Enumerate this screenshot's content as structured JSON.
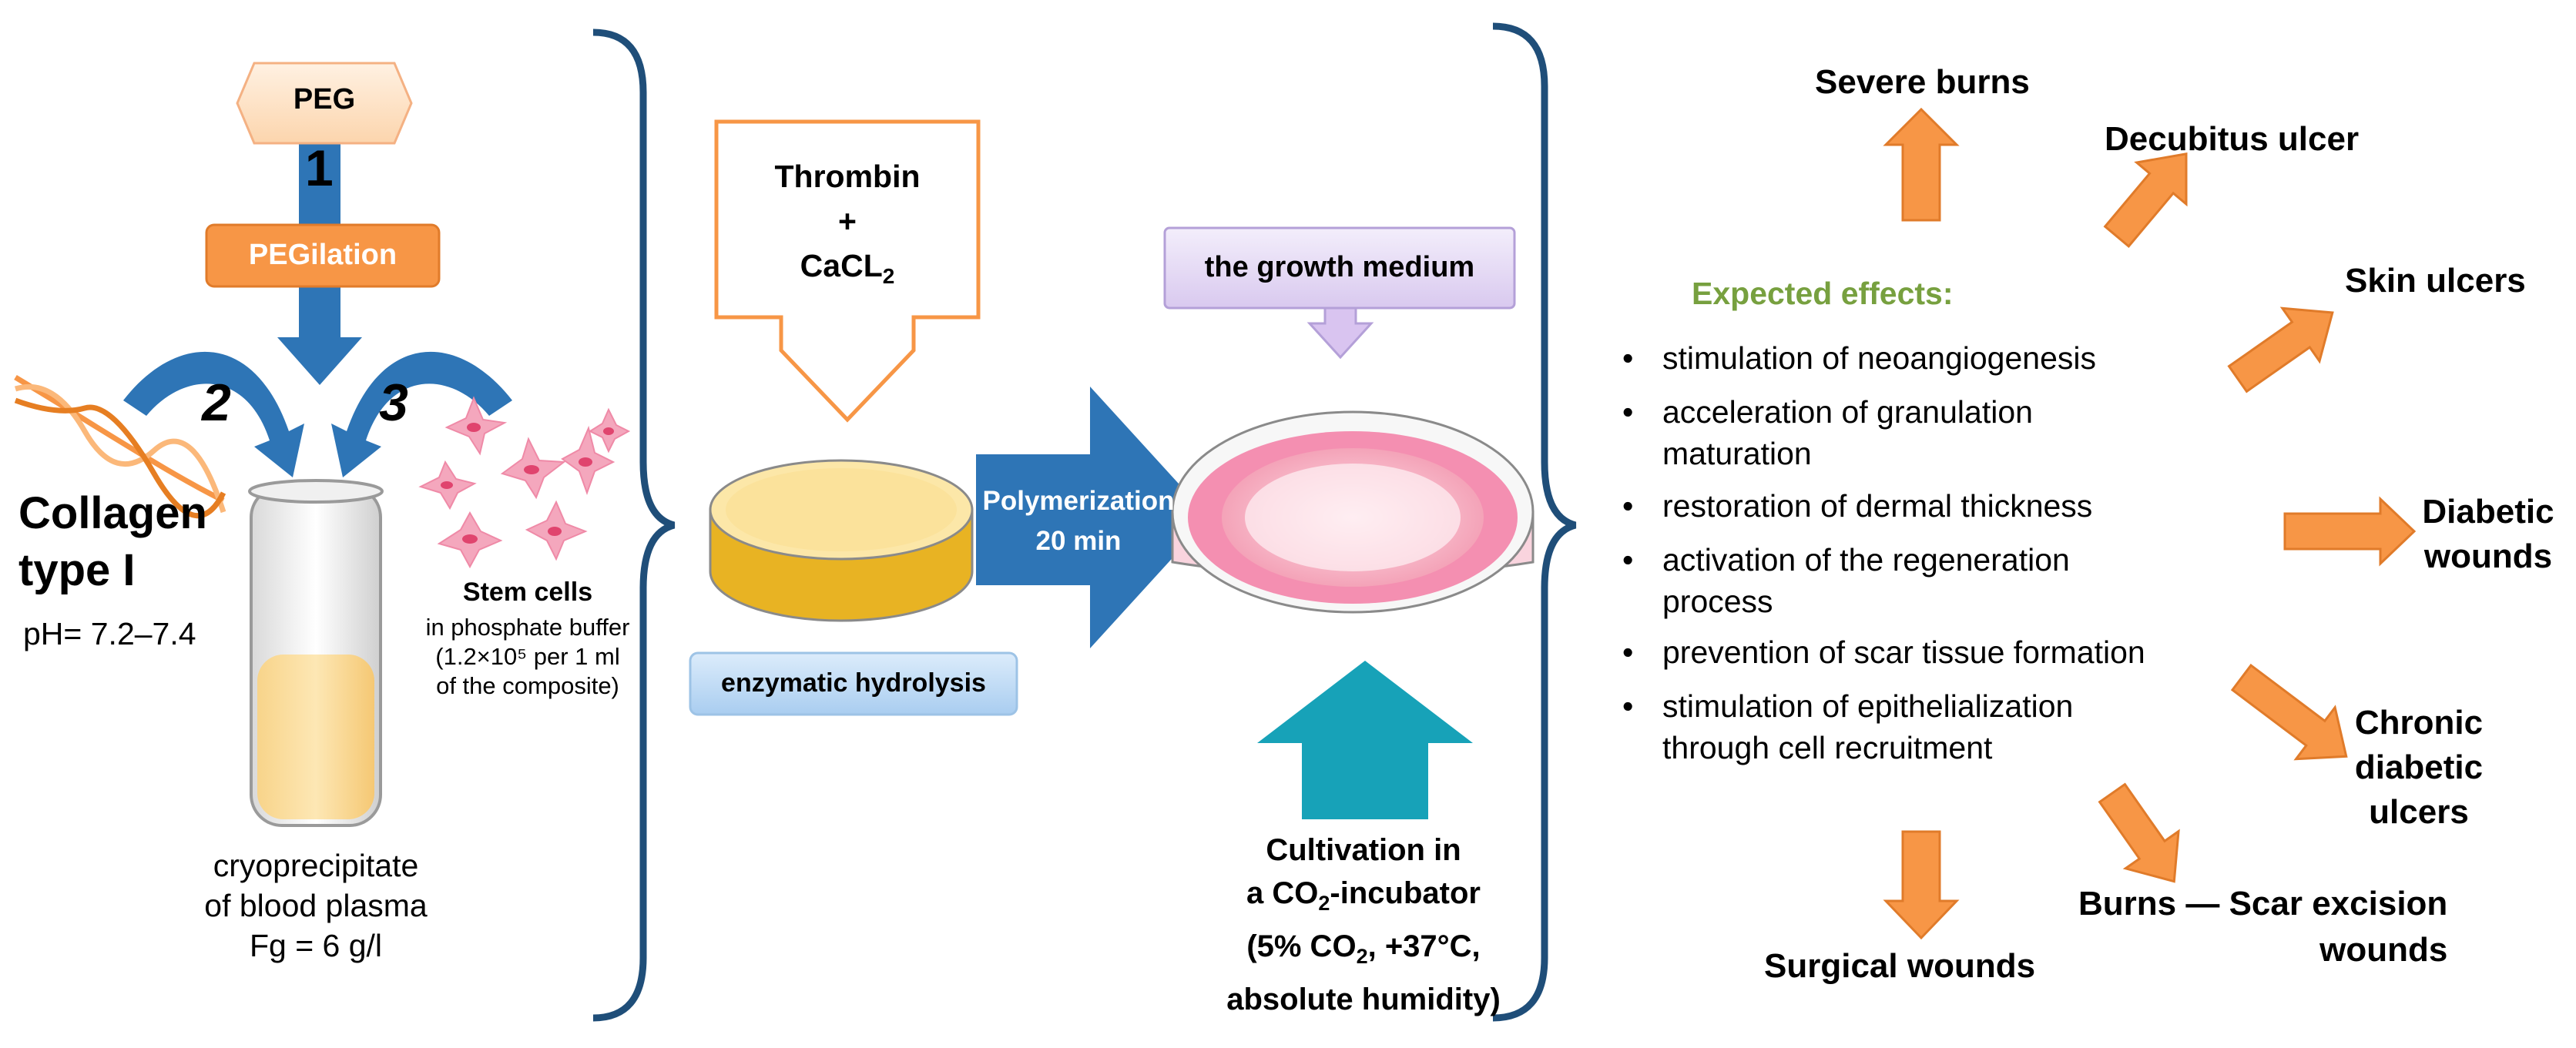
{
  "colors": {
    "brace": "#1f4e79",
    "blue_arrow": "#2e75b6",
    "orange": "#f79646",
    "orange_fill": "#f9a25b",
    "teal": "#17a2b8",
    "lilac": "#e6dcf5",
    "green_text": "#77a03f"
  },
  "left": {
    "peg_label": "PEG",
    "step1": "1",
    "step2": "2",
    "step3": "3",
    "pegilation_label": "PEGilation",
    "collagen_title": "Collagen\ntype I",
    "collagen_ph": "pH= 7.2–7.4",
    "stem_cells_title": "Stem cells",
    "stem_cells_desc": "in phosphate buffer\n(1.2×10⁵ per 1 ml\nof the composite)",
    "tube_caption": "cryoprecipitate\nof blood plasma\nFg = 6 g/l"
  },
  "middle": {
    "thrombin_line1": "Thrombin",
    "thrombin_line2": "+",
    "thrombin_line3": "CaCL",
    "thrombin_sub": "2",
    "polymerization": "Polymerization\n20 min",
    "enzymatic": "enzymatic hydrolysis",
    "growth_medium": "the growth medium",
    "incubator_line1": "Cultivation in",
    "incubator_line2a": "a CO",
    "incubator_line2_sub": "2",
    "incubator_line2b": "-incubator",
    "incubator_line3a": "(5% CO",
    "incubator_line3_sub": "2",
    "incubator_line3b": ", +37°C,",
    "incubator_line4": "absolute humidity)"
  },
  "right": {
    "expected_title": "Expected effects:",
    "effects": [
      "stimulation of neoangiogenesis",
      "acceleration of granulation maturation",
      "restoration of dermal thickness",
      "activation of the regeneration process",
      "prevention of scar tissue formation",
      "stimulation of epithelialization through cell recruitment"
    ],
    "outcomes": {
      "severe_burns": "Severe burns",
      "decubitus": "Decubitus ulcer",
      "skin_ulcers": "Skin ulcers",
      "diabetic_wounds": "Diabetic\nwounds",
      "chronic": "Chronic\ndiabetic\nulcers",
      "burns_scar": "Burns — Scar excision\nwounds",
      "surgical": "Surgical wounds"
    }
  }
}
